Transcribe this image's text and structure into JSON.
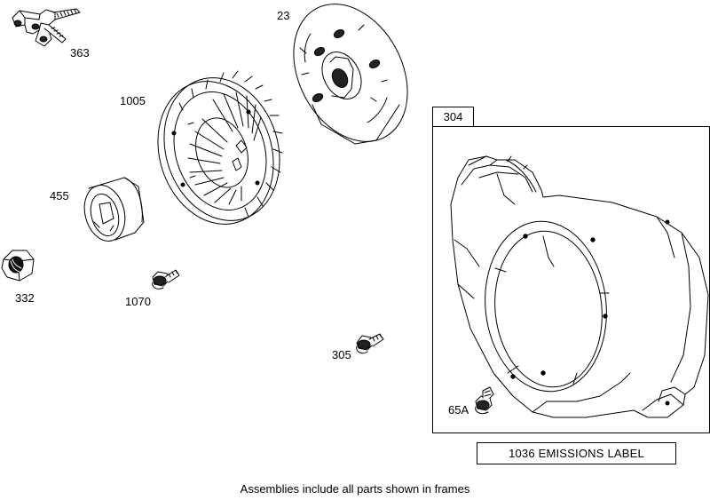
{
  "labels": {
    "p363": "363",
    "p23": "23",
    "p1005": "1005",
    "p455": "455",
    "p332": "332",
    "p1070": "1070",
    "p305": "305",
    "p304": "304",
    "p65a": "65A"
  },
  "emissions_label": "1036 EMISSIONS LABEL",
  "footer": "Assemblies include all parts shown in frames"
}
